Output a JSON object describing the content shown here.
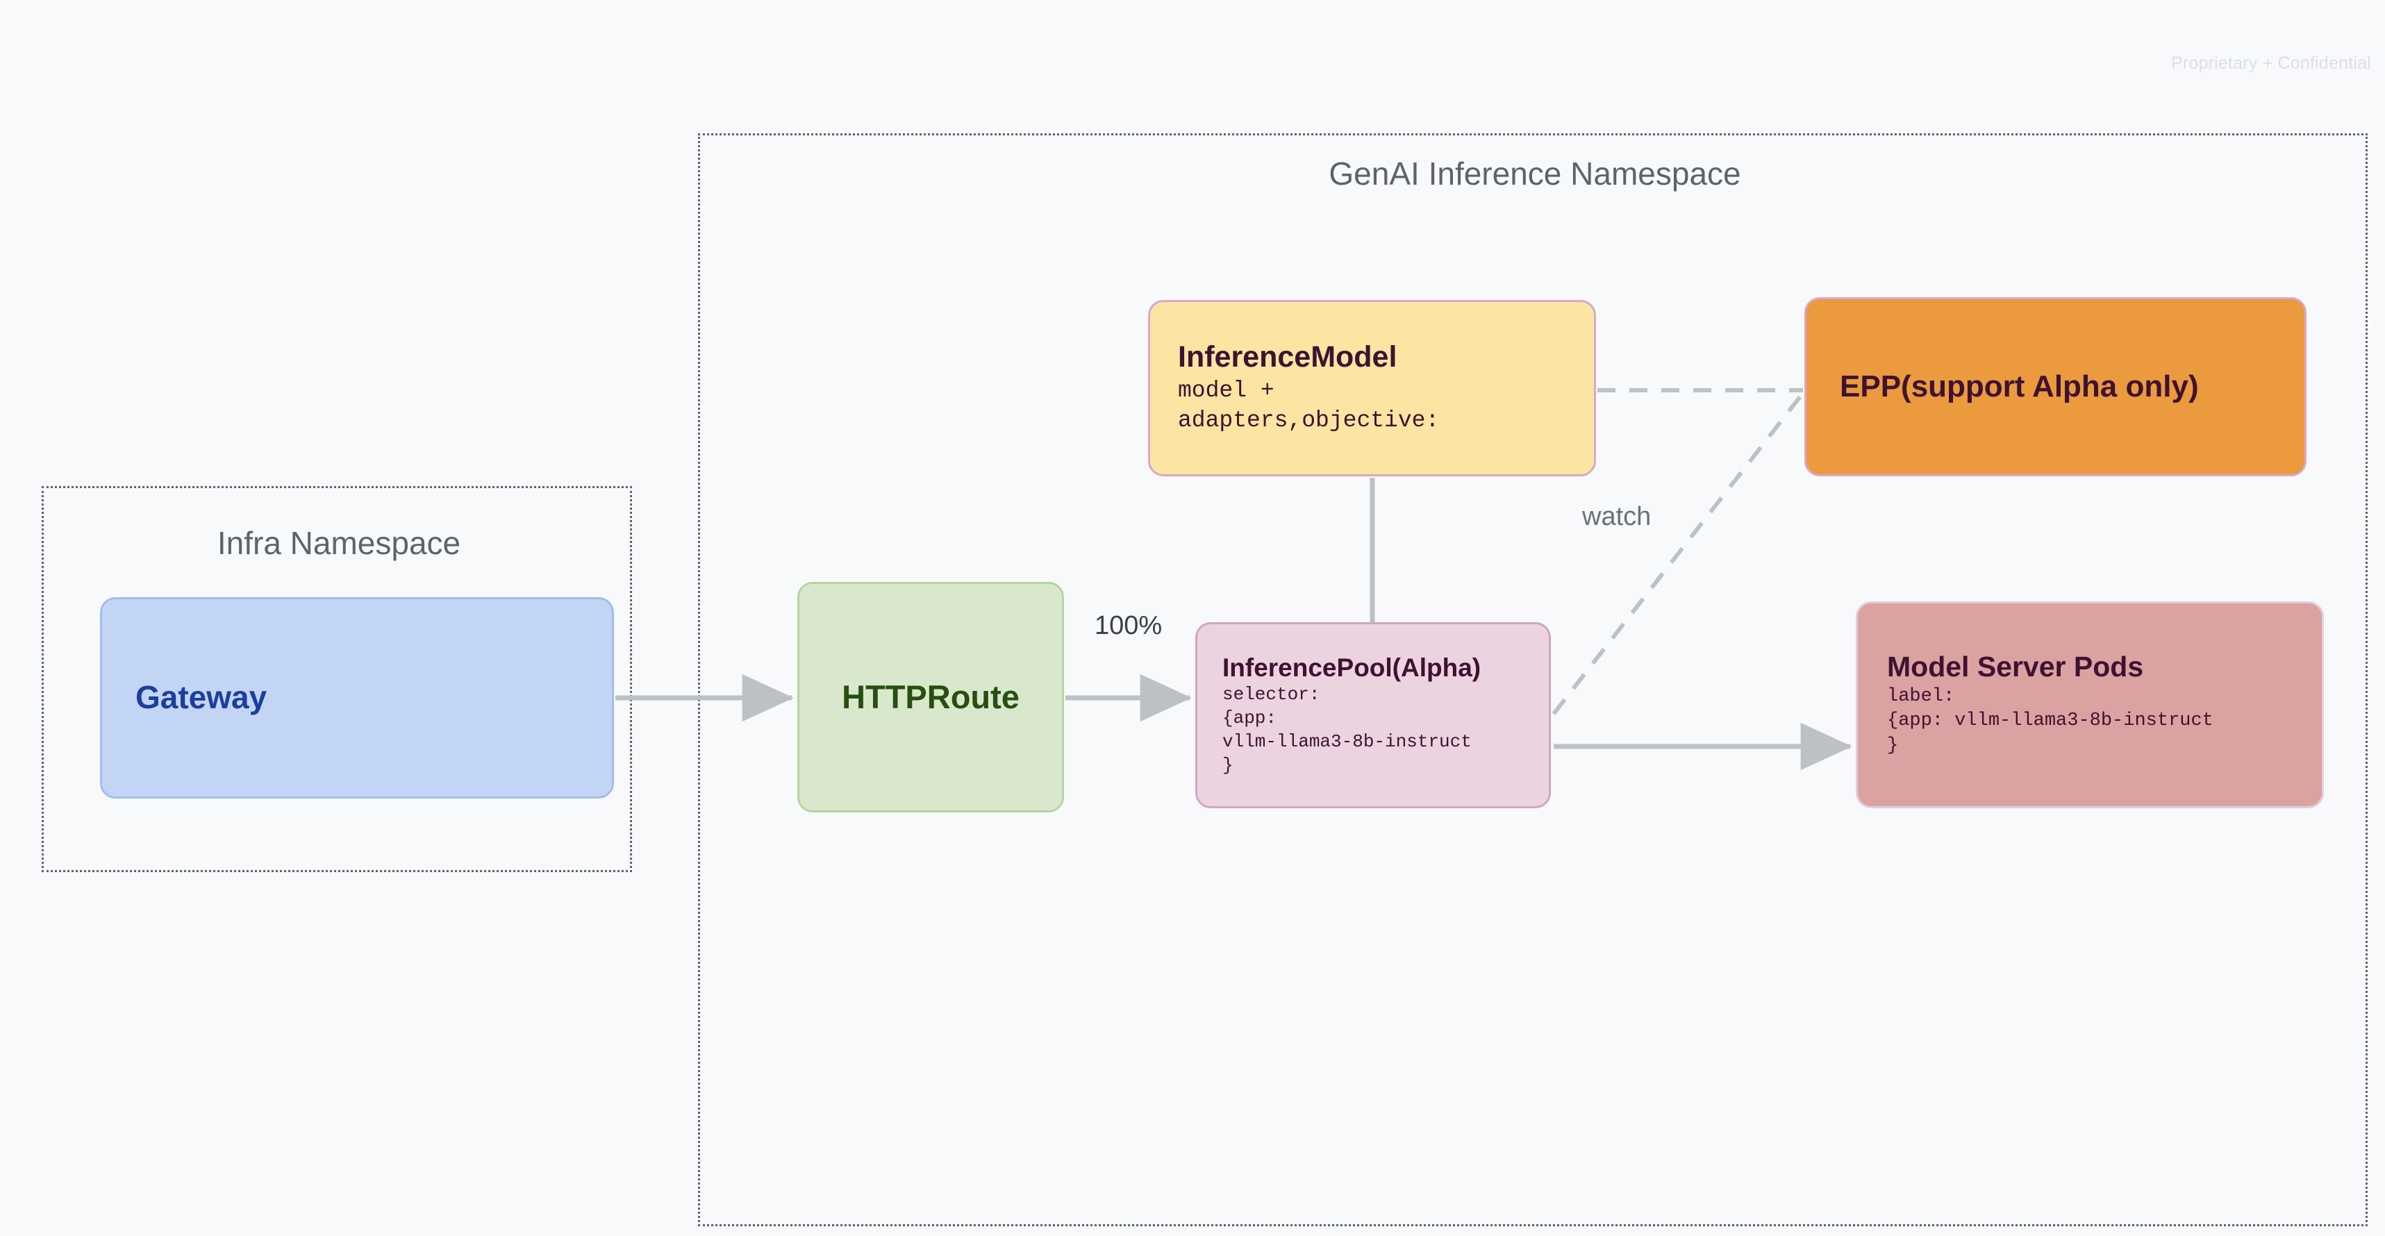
{
  "watermark": "Proprietary + Confidential",
  "namespaces": [
    {
      "id": "infra",
      "title": "Infra Namespace"
    },
    {
      "id": "genai",
      "title": "GenAI Inference Namespace"
    }
  ],
  "nodes": {
    "gateway": {
      "title": "Gateway",
      "body": "",
      "fill": "#c3d5f5",
      "border": "#a3bdeb",
      "text": "#1b3f9c"
    },
    "httproute": {
      "title": "HTTPRoute",
      "body": "",
      "fill": "#d9e8cd",
      "border": "#b5d4a0",
      "text": "#274f10"
    },
    "inferencemodel": {
      "title": "InferenceModel",
      "body": "model +\nadapters,objective:",
      "fill": "#fae5a2",
      "border": "#d9a8c6",
      "text": "#3e1231"
    },
    "inferencepool": {
      "title": "InferencePool(Alpha)",
      "body": "selector:\n{app:\nvllm-llama3-8b-instruct\n}",
      "fill": "#ecd3e0",
      "border": "#d0a6c2",
      "text": "#3e1231"
    },
    "epp": {
      "title": "EPP(support Alpha only)",
      "body": "",
      "fill": "#eb9a3e",
      "border": "#d9a8c6",
      "text": "#3e1231"
    },
    "modelserverpods": {
      "title": "Model Server Pods",
      "body": "label:\n{app: vllm-llama3-8b-instruct\n}",
      "fill": "#dba2a2",
      "border": "#e3cede",
      "text": "#3e1231"
    }
  },
  "edges": {
    "traffic_percent": "100%",
    "watch": "watch"
  },
  "colors": {
    "background": "#f7f9fb",
    "connector": "#bdc1c6",
    "namespace_border": "#5f6368",
    "namespace_title": "#5f6368",
    "watermark": "#dcdfe3"
  }
}
